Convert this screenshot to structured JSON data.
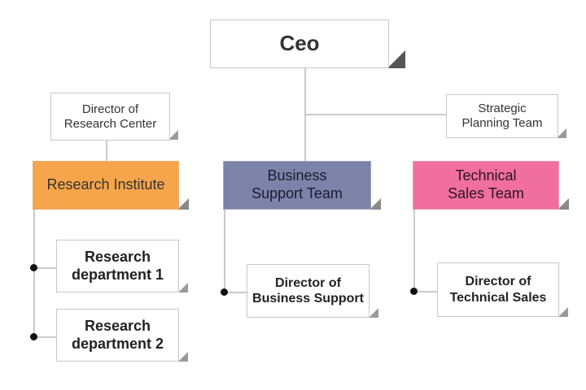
{
  "chart": {
    "ceo": "Ceo",
    "director_research_center": "Director of\nResearch Center",
    "strategic_planning_team": "Strategic\nPlanning Team",
    "research_institute": "Research Institute",
    "business_support_team": "Business\nSupport Team",
    "technical_sales_team": "Technical\nSales Team",
    "research_department_1": "Research\ndepartment  1",
    "research_department_2": "Research\ndepartment  2",
    "director_business_support": "Director of\nBusiness Support",
    "director_technical_sales": "Director of\nTechnical  Sales"
  },
  "colors": {
    "research_institute": "#f7a54a",
    "business_support_team": "#7c82a8",
    "technical_sales_team": "#f06f9e",
    "connector": "#b8b8b8"
  }
}
